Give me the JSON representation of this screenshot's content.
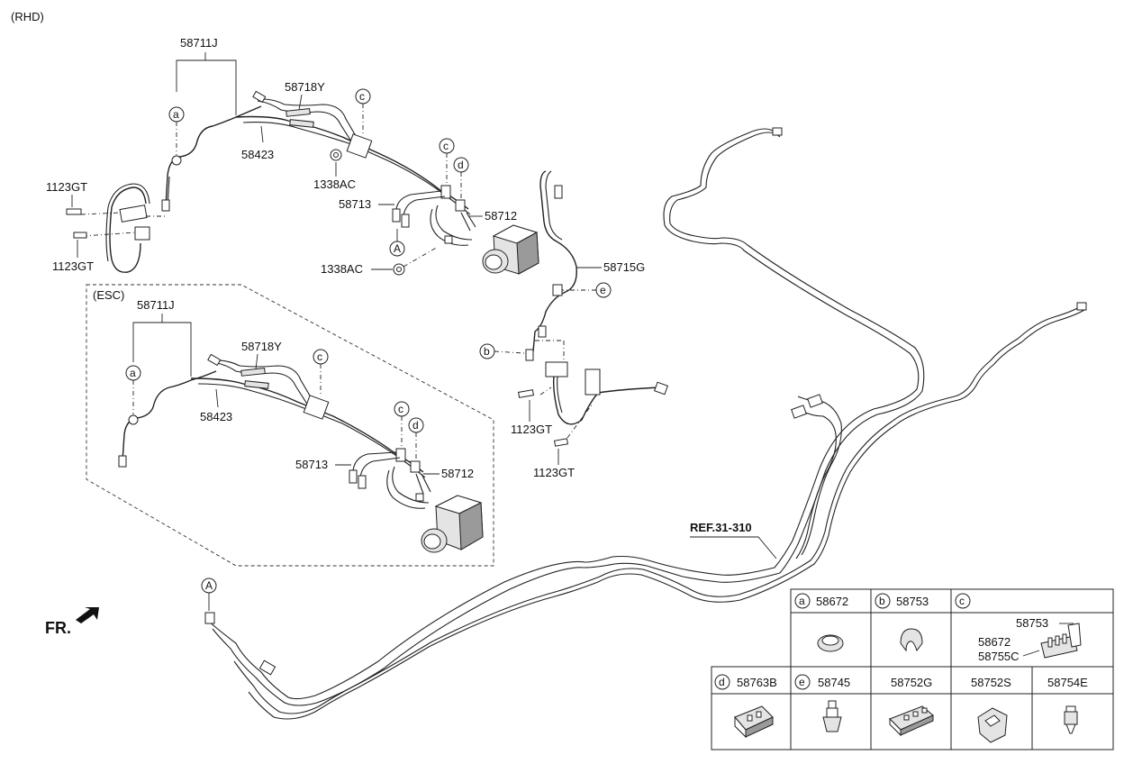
{
  "header": {
    "variant": "(RHD)"
  },
  "esc_box": {
    "title": "(ESC)"
  },
  "main_labels": {
    "p58711j": "58711J",
    "p58718y": "58718Y",
    "p58423": "58423",
    "p1338ac_top": "1338AC",
    "p58713": "58713",
    "p58712": "58712",
    "p1338ac_bottom": "1338AC",
    "p1123gt_top": "1123GT",
    "p1123gt_bottom": "1123GT",
    "p58715g": "58715G",
    "p1123gt_mid1": "1123GT",
    "p1123gt_mid2": "1123GT",
    "ref": "REF.31-310",
    "fr": "FR."
  },
  "esc_labels": {
    "p58711j": "58711J",
    "p58718y": "58718Y",
    "p58423": "58423",
    "p58713": "58713",
    "p58712": "58712"
  },
  "callouts": {
    "a": "a",
    "b": "b",
    "c": "c",
    "d": "d",
    "e": "e",
    "A": "A"
  },
  "legend": {
    "row1": [
      {
        "letter": "a",
        "part": "58672"
      },
      {
        "letter": "b",
        "part": "58753"
      },
      {
        "letter": "c",
        "part": ""
      }
    ],
    "c_parts": [
      "58753",
      "58672",
      "58755C"
    ],
    "row2": [
      {
        "letter": "d",
        "part": "58763B"
      },
      {
        "letter": "e",
        "part": "58745"
      },
      {
        "letter": "",
        "part": "58752G"
      },
      {
        "letter": "",
        "part": "58752S"
      },
      {
        "letter": "",
        "part": "58754E"
      }
    ]
  }
}
